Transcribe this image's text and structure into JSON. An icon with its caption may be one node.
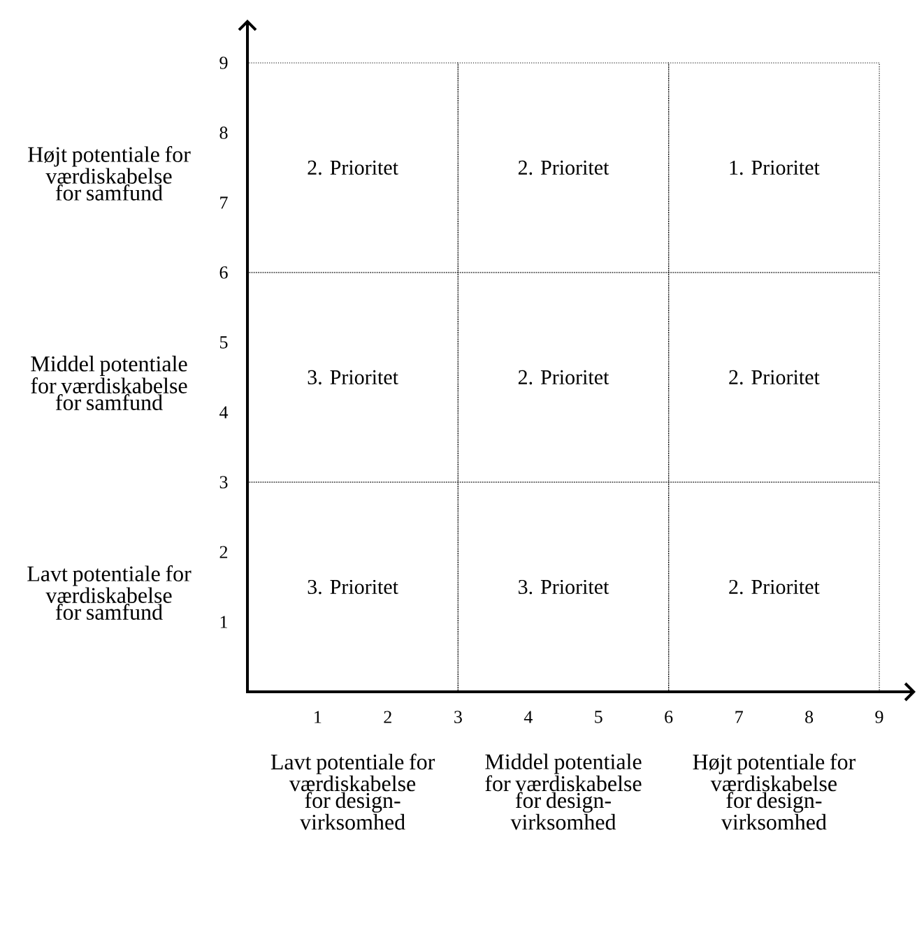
{
  "diagram": {
    "nodes": [
      {
        "text": [
          "2. Prioritet"
        ]
      },
      {
        "text": [
          "2. Prioritet"
        ]
      },
      {
        "text": [
          "1. Prioritet"
        ]
      },
      {
        "text": [
          "3. Prioritet"
        ]
      },
      {
        "text": [
          "2. Prioritet"
        ]
      },
      {
        "text": [
          "2. Prioritet"
        ]
      },
      {
        "text": [
          "3. Prioritet"
        ]
      },
      {
        "text": [
          "3. Prioritet"
        ]
      },
      {
        "text": [
          "2. Prioritet"
        ]
      }
    ],
    "labels": [
      "Højt potentiale for værdiskabelse for samfund",
      "Middel potentiale for værdiskabelse for samfund",
      "Lavt potentiale for værdiskabelse for samfund",
      "9",
      "8",
      "7",
      "6",
      "5",
      "4",
      "3",
      "2",
      "1",
      "1",
      "2",
      "3",
      "4",
      "5",
      "6",
      "7",
      "8",
      "9",
      "Lavt potentiale for værdiskabelse for design-virksomhed",
      "Middel potentiale for værdiskabelse for design-virksomhed",
      "Højt potentiale for værdiskabelse for design-virksomhed"
    ]
  }
}
